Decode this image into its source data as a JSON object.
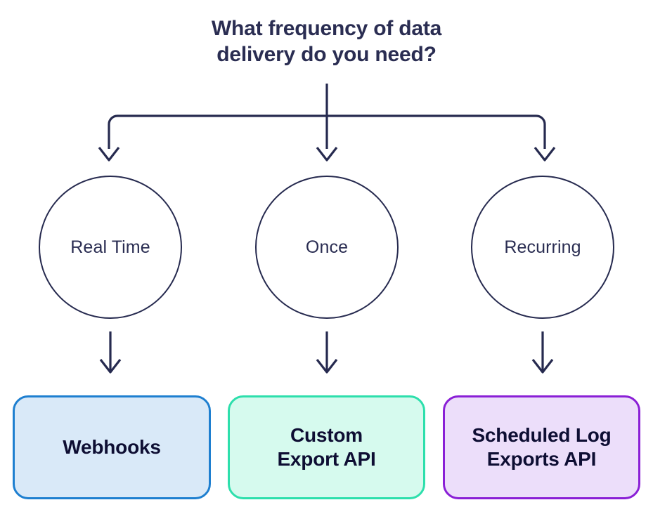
{
  "diagram": {
    "background_color": "#ffffff",
    "title": "What frequency of data\ndelivery do you need?",
    "title_color": "#2a2d52",
    "connector_color": "#262a4f",
    "nodes": [
      {
        "label": "Real Time",
        "stroke_color": "#262a4f",
        "fill_color": "#ffffff"
      },
      {
        "label": "Once",
        "stroke_color": "#262a4f",
        "fill_color": "#ffffff"
      },
      {
        "label": "Recurring",
        "stroke_color": "#262a4f",
        "fill_color": "#ffffff"
      }
    ],
    "outcomes": [
      {
        "label": "Webhooks",
        "fill_color": "#d9e9f8",
        "border_color": "#1e7fd0",
        "text_color": "#0e0e33"
      },
      {
        "label": "Custom\nExport API",
        "fill_color": "#d6faee",
        "border_color": "#2ddfac",
        "text_color": "#0e0e33"
      },
      {
        "label": "Scheduled Log\nExports API",
        "fill_color": "#ecdefa",
        "border_color": "#8a1fd6",
        "text_color": "#0e0e33"
      }
    ]
  }
}
